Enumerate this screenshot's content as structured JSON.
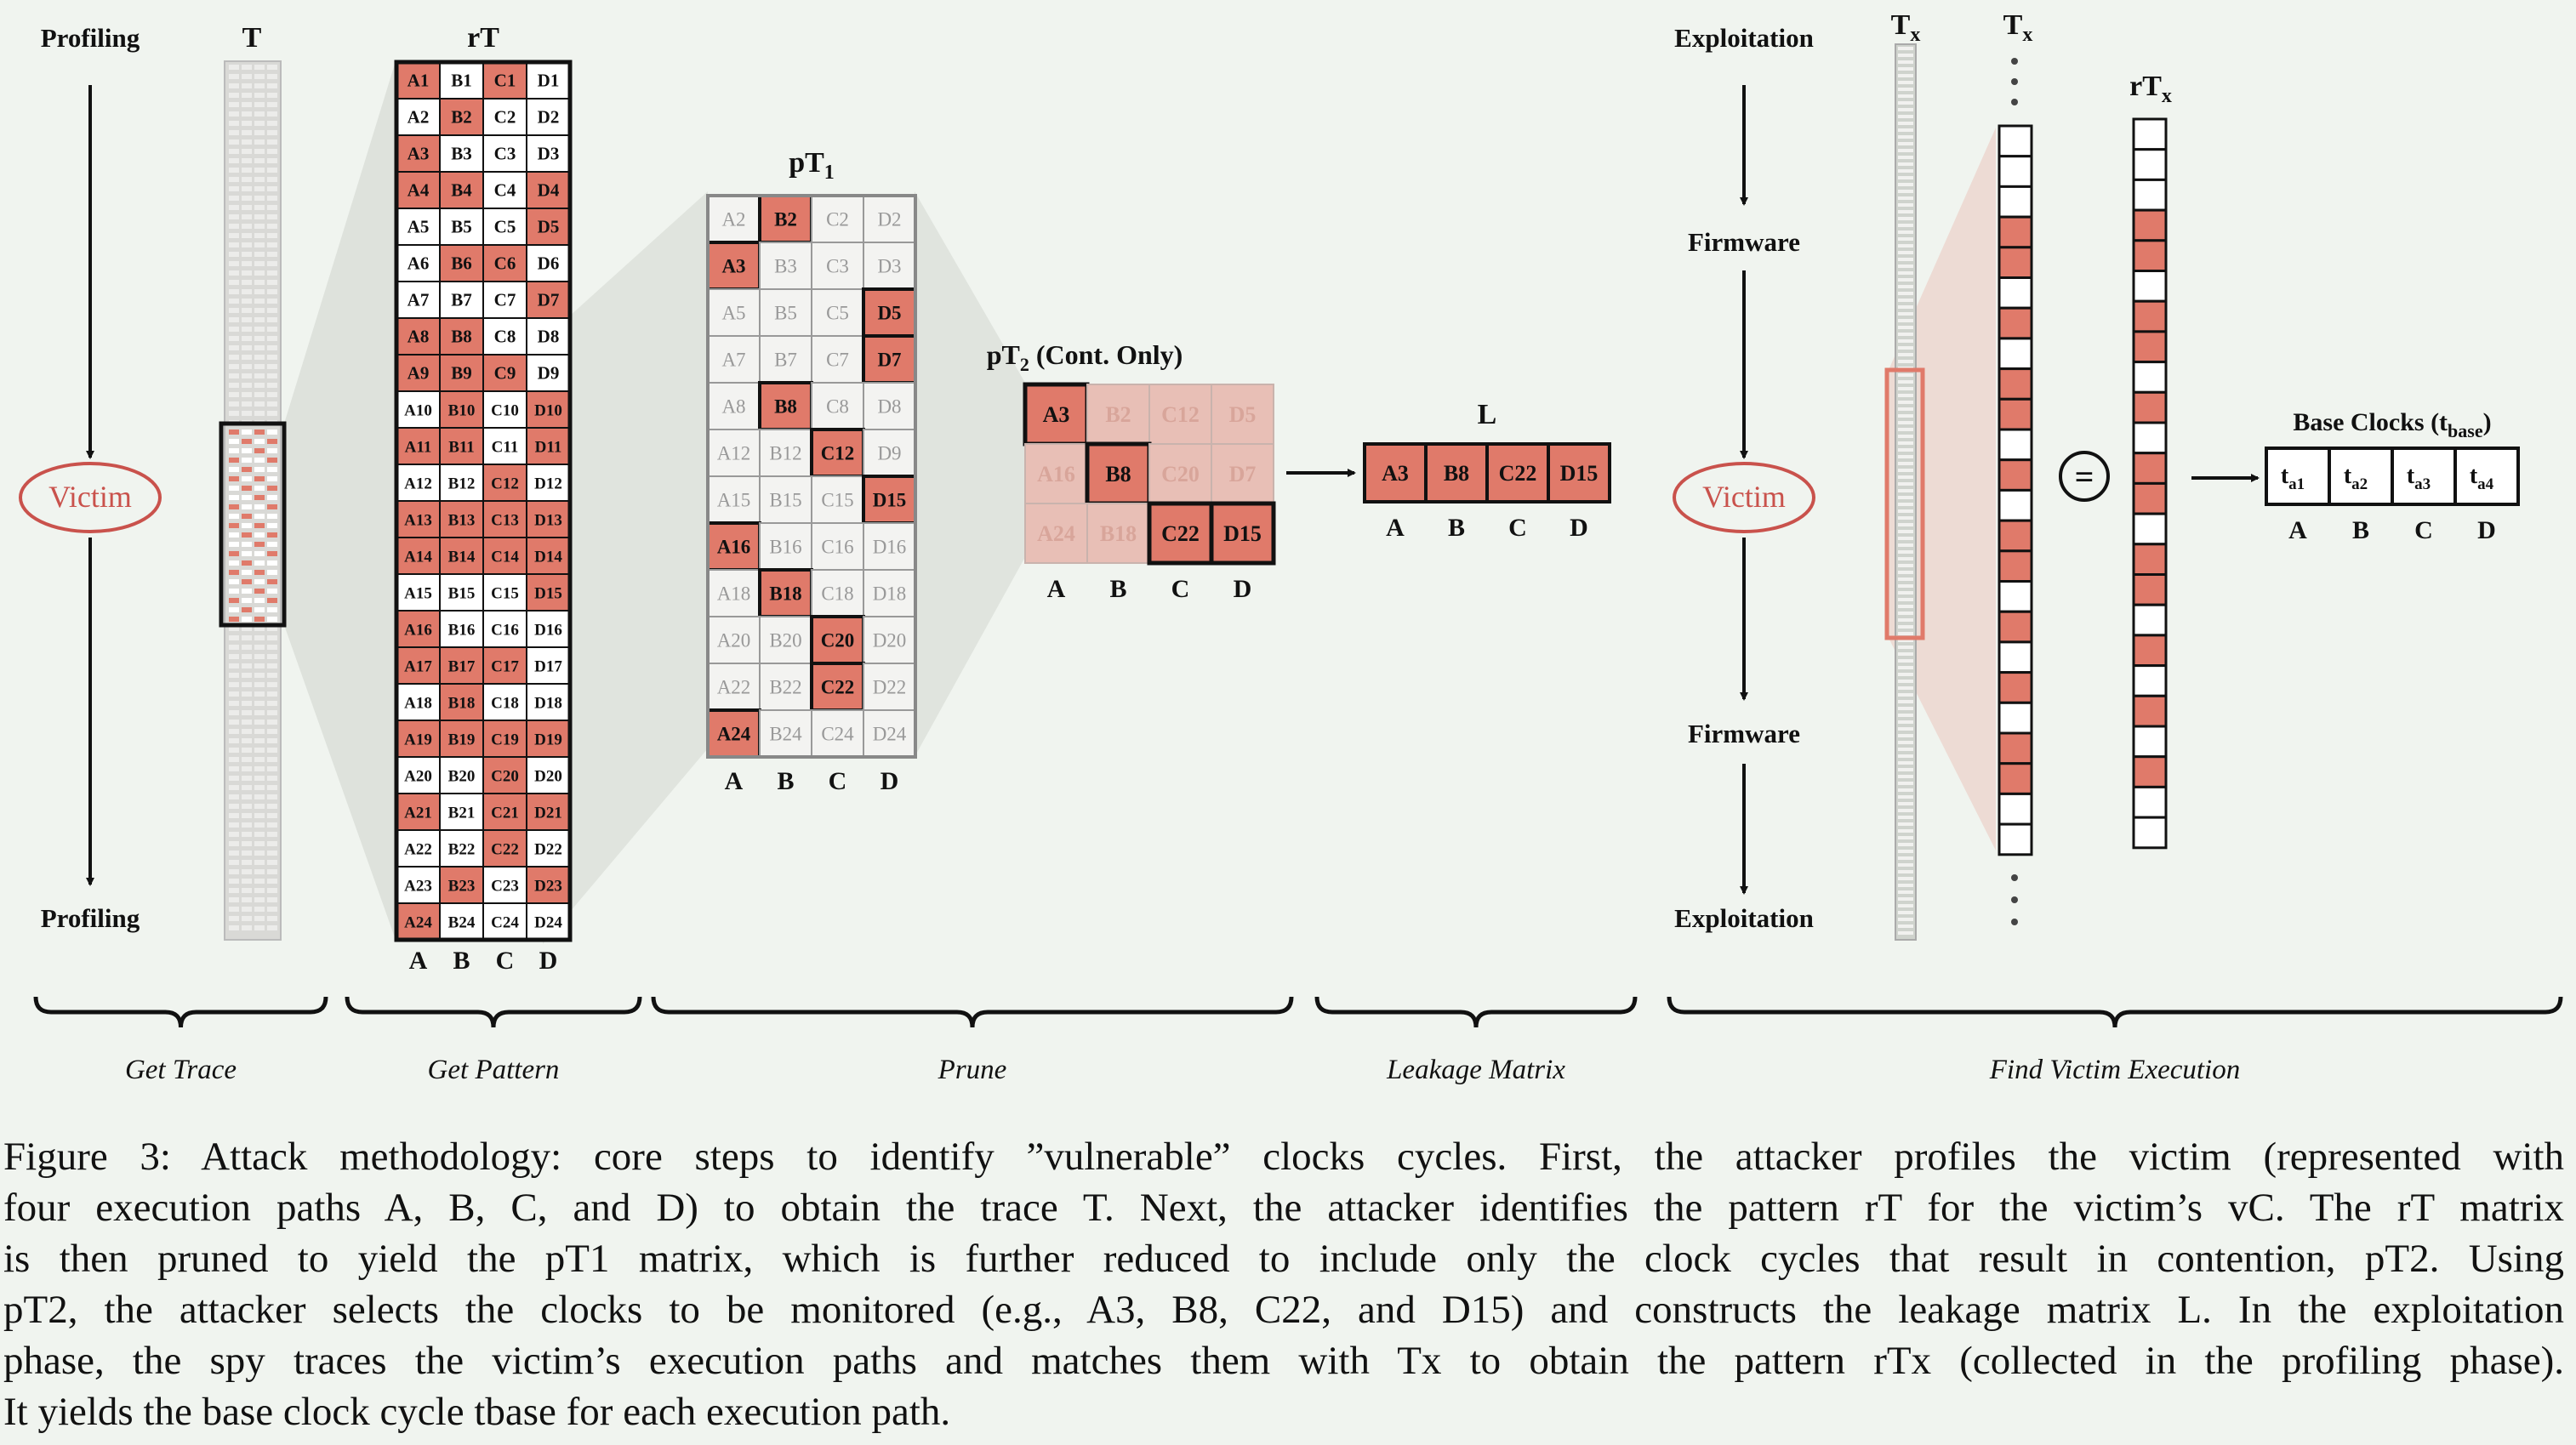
{
  "profiling": {
    "top_label": "Profiling",
    "bottom_label": "Profiling",
    "victim_label": "Victim"
  },
  "trace": {
    "title": "T"
  },
  "rT": {
    "title": "rT",
    "columns": [
      "A",
      "B",
      "C",
      "D"
    ],
    "rows": [
      [
        "A1",
        "B1",
        "C1",
        "D1"
      ],
      [
        "A2",
        "B2",
        "C2",
        "D2"
      ],
      [
        "A3",
        "B3",
        "C3",
        "D3"
      ],
      [
        "A4",
        "B4",
        "C4",
        "D4"
      ],
      [
        "A5",
        "B5",
        "C5",
        "D5"
      ],
      [
        "A6",
        "B6",
        "C6",
        "D6"
      ],
      [
        "A7",
        "B7",
        "C7",
        "D7"
      ],
      [
        "A8",
        "B8",
        "C8",
        "D8"
      ],
      [
        "A9",
        "B9",
        "C9",
        "D9"
      ],
      [
        "A10",
        "B10",
        "C10",
        "D10"
      ],
      [
        "A11",
        "B11",
        "C11",
        "D11"
      ],
      [
        "A12",
        "B12",
        "C12",
        "D12"
      ],
      [
        "A13",
        "B13",
        "C13",
        "D13"
      ],
      [
        "A14",
        "B14",
        "C14",
        "D14"
      ],
      [
        "A15",
        "B15",
        "C15",
        "D15"
      ],
      [
        "A16",
        "B16",
        "C16",
        "D16"
      ],
      [
        "A17",
        "B17",
        "C17",
        "D17"
      ],
      [
        "A18",
        "B18",
        "C18",
        "D18"
      ],
      [
        "A19",
        "B19",
        "C19",
        "D19"
      ],
      [
        "A20",
        "B20",
        "C20",
        "D20"
      ],
      [
        "A21",
        "B21",
        "C21",
        "D21"
      ],
      [
        "A22",
        "B22",
        "C22",
        "D22"
      ],
      [
        "A23",
        "B23",
        "C23",
        "D23"
      ],
      [
        "A24",
        "B24",
        "C24",
        "D24"
      ]
    ],
    "highlighted": [
      "A1",
      "C1",
      "B2",
      "A3",
      "A4",
      "B4",
      "D4",
      "D5",
      "B6",
      "C6",
      "D7",
      "A8",
      "B8",
      "A9",
      "B9",
      "C9",
      "B10",
      "D10",
      "A11",
      "B11",
      "D11",
      "C12",
      "A13",
      "B13",
      "C13",
      "D13",
      "A14",
      "B14",
      "C14",
      "D14",
      "D15",
      "A16",
      "A17",
      "B17",
      "C17",
      "B18",
      "A19",
      "B19",
      "C19",
      "D19",
      "C20",
      "A21",
      "C21",
      "D21",
      "C22",
      "B23",
      "D23",
      "A24"
    ]
  },
  "pT1": {
    "title": "pT",
    "subscript": "1",
    "columns": [
      "A",
      "B",
      "C",
      "D"
    ],
    "rows": [
      [
        "A2",
        "B2",
        "C2",
        "D2"
      ],
      [
        "A3",
        "B3",
        "C3",
        "D3"
      ],
      [
        "A5",
        "B5",
        "C5",
        "D5"
      ],
      [
        "A7",
        "B7",
        "C7",
        "D7"
      ],
      [
        "A8",
        "B8",
        "C8",
        "D8"
      ],
      [
        "A12",
        "B12",
        "C12",
        "D9"
      ],
      [
        "A15",
        "B15",
        "C15",
        "D15"
      ],
      [
        "A16",
        "B16",
        "C16",
        "D16"
      ],
      [
        "A18",
        "B18",
        "C18",
        "D18"
      ],
      [
        "A20",
        "B20",
        "C20",
        "D20"
      ],
      [
        "A22",
        "B22",
        "C22",
        "D22"
      ],
      [
        "A24",
        "B24",
        "C24",
        "D24"
      ]
    ],
    "highlighted": [
      "B2",
      "A3",
      "D5",
      "D7",
      "B8",
      "C12",
      "D15",
      "A16",
      "B18",
      "C20",
      "C22",
      "A24"
    ]
  },
  "pT2": {
    "title": "pT",
    "subscript": "2",
    "suffix": " (Cont. Only)",
    "columns": [
      "A",
      "B",
      "C",
      "D"
    ],
    "rows": [
      [
        "A3",
        "B2",
        "C12",
        "D5"
      ],
      [
        "A16",
        "B8",
        "C20",
        "D7"
      ],
      [
        "A24",
        "B18",
        "C22",
        "D15"
      ]
    ],
    "highlighted": [
      "A3",
      "B8",
      "C22",
      "D15"
    ]
  },
  "leakage": {
    "title": "L",
    "cells": [
      "A3",
      "B8",
      "C22",
      "D15"
    ],
    "columns": [
      "A",
      "B",
      "C",
      "D"
    ]
  },
  "exploitation": {
    "top_label": "Exploitation",
    "firmware_top": "Firmware",
    "victim_label": "Victim",
    "firmware_bottom": "Firmware",
    "bottom_label": "Exploitation"
  },
  "tx_trace": {
    "title": "T",
    "subscript": "x"
  },
  "tx_column": {
    "title": "T",
    "subscript": "x"
  },
  "rtx_column": {
    "title": "rT",
    "subscript": "x"
  },
  "equals_symbol": "=",
  "base_clocks": {
    "title_main": "Base Clocks (t",
    "title_sub": "base",
    "title_close": ")",
    "cells": [
      {
        "main": "t",
        "sub": "a1"
      },
      {
        "main": "t",
        "sub": "a2"
      },
      {
        "main": "t",
        "sub": "a3"
      },
      {
        "main": "t",
        "sub": "a4"
      }
    ],
    "columns": [
      "A",
      "B",
      "C",
      "D"
    ]
  },
  "phases": [
    "Get Trace",
    "Get Pattern",
    "Prune",
    "Leakage Matrix",
    "Find Victim Execution"
  ],
  "colors": {
    "highlight": "#e07a6a",
    "victim": "#c9524c",
    "background": "#f0f4ef",
    "fade": "#cccccc"
  },
  "caption": {
    "lines": [
      "Figure 3: Attack methodology: core steps to identify ”vulnerable” clocks cycles. First, the attacker profiles the victim (represented with",
      "four execution paths A, B, C, and D) to obtain the trace T. Next, the attacker identifies the pattern rT for the victim’s vC. The rT matrix",
      "is then pruned to yield the pT1 matrix, which is further reduced to include only the clock cycles that result in contention, pT2. Using",
      "pT2, the attacker selects the clocks to be monitored (e.g., A3, B8, C22, and D15) and constructs the leakage matrix L. In the exploitation",
      "phase, the spy traces the victim’s execution paths and matches them with Tx to obtain the pattern rTx (collected in the profiling phase).",
      "It yields the base clock cycle tbase for each execution path."
    ]
  }
}
